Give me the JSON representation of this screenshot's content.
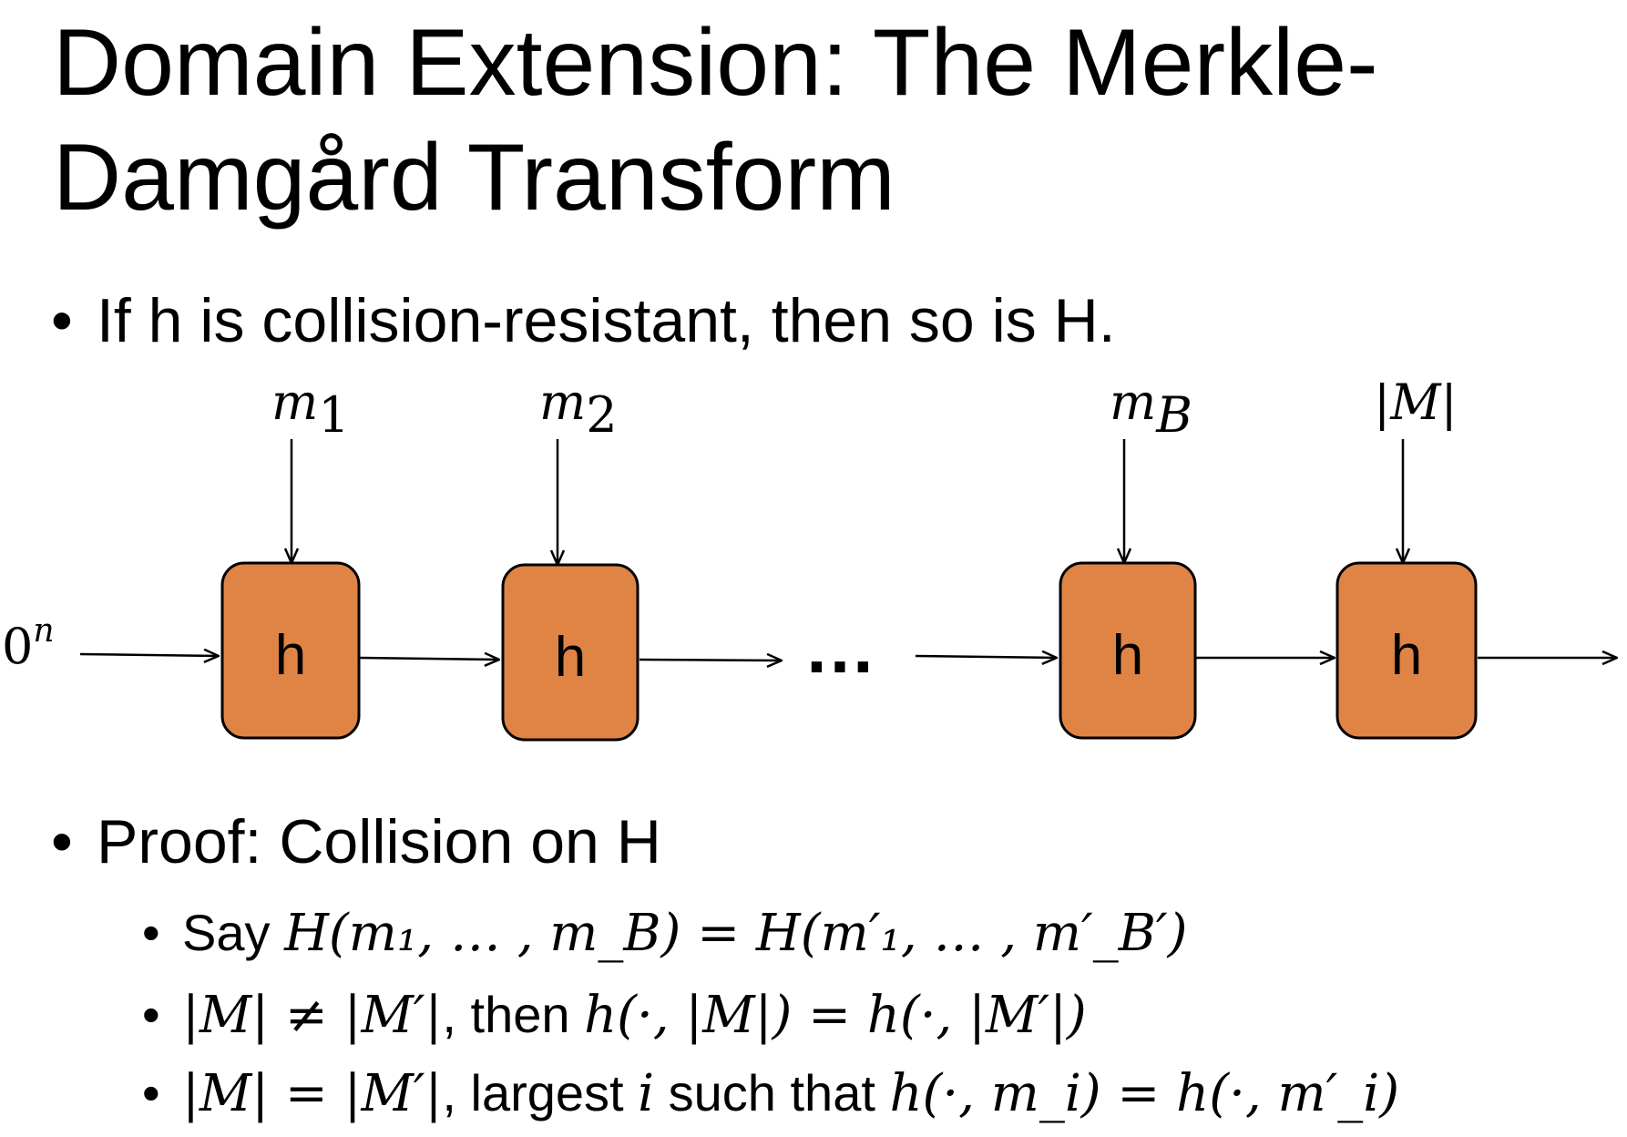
{
  "title": {
    "line1": "Domain Extension: The Merkle-",
    "line2": "Damgård Transform"
  },
  "bullet1": "If h is collision-resistant,  then so is H.",
  "diagram": {
    "initial_input": "0",
    "initial_sup": "n",
    "ellipsis": "…",
    "blocks": [
      {
        "label": "h",
        "input": "m",
        "input_sub": "1"
      },
      {
        "label": "h",
        "input": "m",
        "input_sub": "2"
      },
      {
        "label": "h",
        "input": "m",
        "input_sub": "B"
      },
      {
        "label": "h",
        "input": "|M|",
        "input_sub": ""
      }
    ],
    "block_color": "#E08446"
  },
  "bullet2": "Proof: Collision on H",
  "subbullets": {
    "s1": {
      "text": "Say ",
      "math": "H(m₁, … , m_B) =  H(m′₁, … , m′_B′)"
    },
    "s2": {
      "math1": "|M| ≠  |M′|",
      "text": ", then ",
      "math2": "h(·, |M|)  =  h(·, |M′|)"
    },
    "s3": {
      "math1": "|M| =  |M′|",
      "text1": ", largest ",
      "math_i": "i",
      "text2": " such that ",
      "math2": "h(·, m_i)  =  h(·, m′_i)"
    }
  }
}
